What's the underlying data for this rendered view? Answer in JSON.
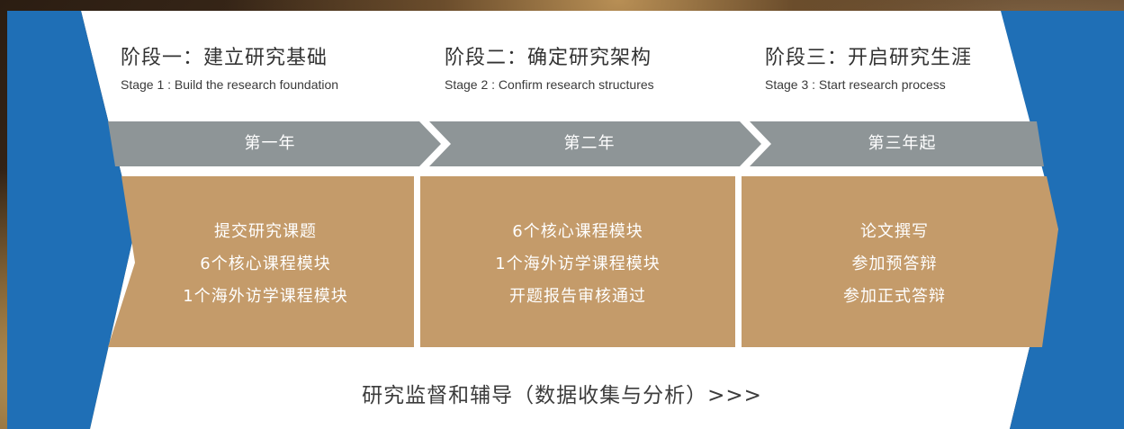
{
  "stages": [
    {
      "title": "阶段一：建立研究基础",
      "subtitle": "Stage 1 : Build the research foundation"
    },
    {
      "title": "阶段二：确定研究架构",
      "subtitle": "Stage 2 : Confirm research structures"
    },
    {
      "title": "阶段三：开启研究生涯",
      "subtitle": "Stage 3 : Start research process"
    }
  ],
  "years": [
    "第一年",
    "第二年",
    "第三年起"
  ],
  "tasks": [
    [
      "提交研究课题",
      "6个核心课程模块",
      "1个海外访学课程模块"
    ],
    [
      "6个核心课程模块",
      "1个海外访学课程模块",
      "开题报告审核通过"
    ],
    [
      "论文撰写",
      "参加预答辩",
      "参加正式答辩"
    ]
  ],
  "footer": "研究监督和辅导（数据收集与分析）>>>",
  "colors": {
    "blue": "#1f6fb6",
    "gray": "#8e9597",
    "gold": "#c49b6a",
    "panel": "#ffffff"
  }
}
